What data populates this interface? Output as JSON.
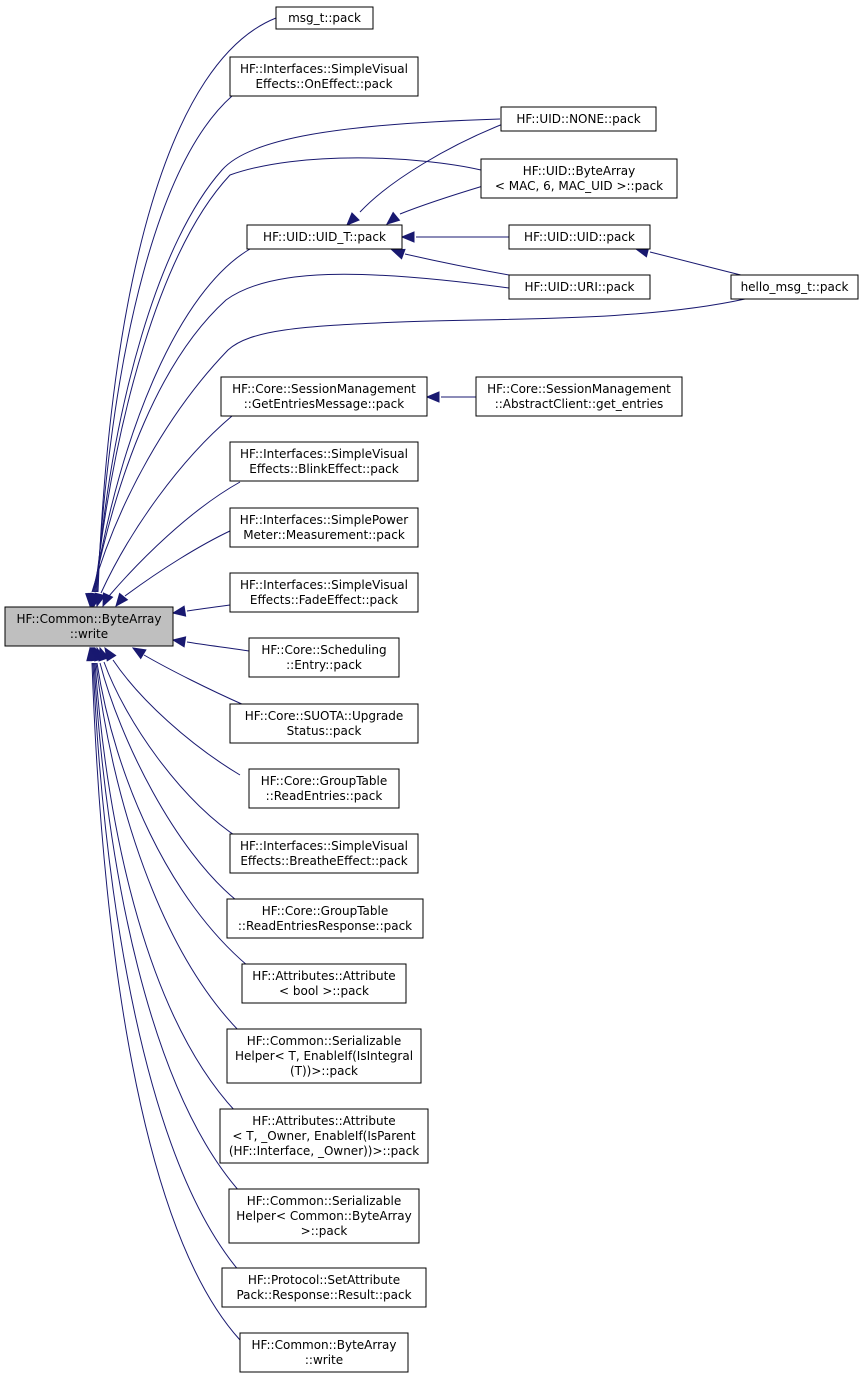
{
  "root": {
    "id": "root",
    "lines": [
      "HF::Common::ByteArray",
      "::write"
    ]
  },
  "nodes": [
    {
      "id": "n_msg",
      "lines": [
        "msg_t::pack"
      ]
    },
    {
      "id": "n_oneffect",
      "lines": [
        "HF::Interfaces::SimpleVisual",
        "Effects::OnEffect::pack"
      ]
    },
    {
      "id": "n_none",
      "lines": [
        "HF::UID::NONE::pack"
      ]
    },
    {
      "id": "n_bytearray_mac",
      "lines": [
        "HF::UID::ByteArray",
        "< MAC, 6, MAC_UID >::pack"
      ]
    },
    {
      "id": "n_uidt",
      "lines": [
        "HF::UID::UID_T::pack"
      ]
    },
    {
      "id": "n_uid",
      "lines": [
        "HF::UID::UID::pack"
      ]
    },
    {
      "id": "n_uri",
      "lines": [
        "HF::UID::URI::pack"
      ]
    },
    {
      "id": "n_hello",
      "lines": [
        "hello_msg_t::pack"
      ]
    },
    {
      "id": "n_getentries",
      "lines": [
        "HF::Core::SessionManagement",
        "::GetEntriesMessage::pack"
      ]
    },
    {
      "id": "n_abstractclient",
      "lines": [
        "HF::Core::SessionManagement",
        "::AbstractClient::get_entries"
      ]
    },
    {
      "id": "n_blink",
      "lines": [
        "HF::Interfaces::SimpleVisual",
        "Effects::BlinkEffect::pack"
      ]
    },
    {
      "id": "n_power",
      "lines": [
        "HF::Interfaces::SimplePower",
        "Meter::Measurement::pack"
      ]
    },
    {
      "id": "n_fade",
      "lines": [
        "HF::Interfaces::SimpleVisual",
        "Effects::FadeEffect::pack"
      ]
    },
    {
      "id": "n_sched",
      "lines": [
        "HF::Core::Scheduling",
        "::Entry::pack"
      ]
    },
    {
      "id": "n_suota",
      "lines": [
        "HF::Core::SUOTA::Upgrade",
        "Status::pack"
      ]
    },
    {
      "id": "n_grpread",
      "lines": [
        "HF::Core::GroupTable",
        "::ReadEntries::pack"
      ]
    },
    {
      "id": "n_breathe",
      "lines": [
        "HF::Interfaces::SimpleVisual",
        "Effects::BreatheEffect::pack"
      ]
    },
    {
      "id": "n_grpresp",
      "lines": [
        "HF::Core::GroupTable",
        "::ReadEntriesResponse::pack"
      ]
    },
    {
      "id": "n_attrbool",
      "lines": [
        "HF::Attributes::Attribute",
        "< bool >::pack"
      ]
    },
    {
      "id": "n_serint",
      "lines": [
        "HF::Common::Serializable",
        "Helper< T, EnableIf(IsIntegral",
        "(T))>::pack"
      ]
    },
    {
      "id": "n_attrT",
      "lines": [
        "HF::Attributes::Attribute",
        "< T, _Owner, EnableIf(IsParent",
        "(HF::Interface, _Owner))>::pack"
      ]
    },
    {
      "id": "n_serba",
      "lines": [
        "HF::Common::Serializable",
        "Helper< Common::ByteArray",
        ">::pack"
      ]
    },
    {
      "id": "n_setattr",
      "lines": [
        "HF::Protocol::SetAttribute",
        "Pack::Response::Result::pack"
      ]
    },
    {
      "id": "n_bawrite",
      "lines": [
        "HF::Common::ByteArray",
        "::write"
      ]
    }
  ],
  "edges": [
    {
      "from": "n_msg",
      "to": "root"
    },
    {
      "from": "n_oneffect",
      "to": "root"
    },
    {
      "from": "n_none",
      "to": "root"
    },
    {
      "from": "n_bytearray_mac",
      "to": "root"
    },
    {
      "from": "n_uidt",
      "to": "root"
    },
    {
      "from": "n_uri",
      "to": "root"
    },
    {
      "from": "n_hello",
      "to": "root"
    },
    {
      "from": "n_getentries",
      "to": "root"
    },
    {
      "from": "n_blink",
      "to": "root"
    },
    {
      "from": "n_power",
      "to": "root"
    },
    {
      "from": "n_fade",
      "to": "root"
    },
    {
      "from": "n_sched",
      "to": "root"
    },
    {
      "from": "n_suota",
      "to": "root"
    },
    {
      "from": "n_grpread",
      "to": "root"
    },
    {
      "from": "n_breathe",
      "to": "root"
    },
    {
      "from": "n_grpresp",
      "to": "root"
    },
    {
      "from": "n_attrbool",
      "to": "root"
    },
    {
      "from": "n_serint",
      "to": "root"
    },
    {
      "from": "n_attrT",
      "to": "root"
    },
    {
      "from": "n_serba",
      "to": "root"
    },
    {
      "from": "n_setattr",
      "to": "root"
    },
    {
      "from": "n_bawrite",
      "to": "root"
    },
    {
      "from": "n_none",
      "to": "n_uidt"
    },
    {
      "from": "n_bytearray_mac",
      "to": "n_uidt"
    },
    {
      "from": "n_uid",
      "to": "n_uidt"
    },
    {
      "from": "n_uri",
      "to": "n_uidt"
    },
    {
      "from": "n_hello",
      "to": "n_uid"
    },
    {
      "from": "n_abstractclient",
      "to": "n_getentries"
    }
  ],
  "colors": {
    "edge": "#191970",
    "root_fill": "#bfbfbf",
    "node_fill": "#ffffff",
    "border": "#000000"
  }
}
